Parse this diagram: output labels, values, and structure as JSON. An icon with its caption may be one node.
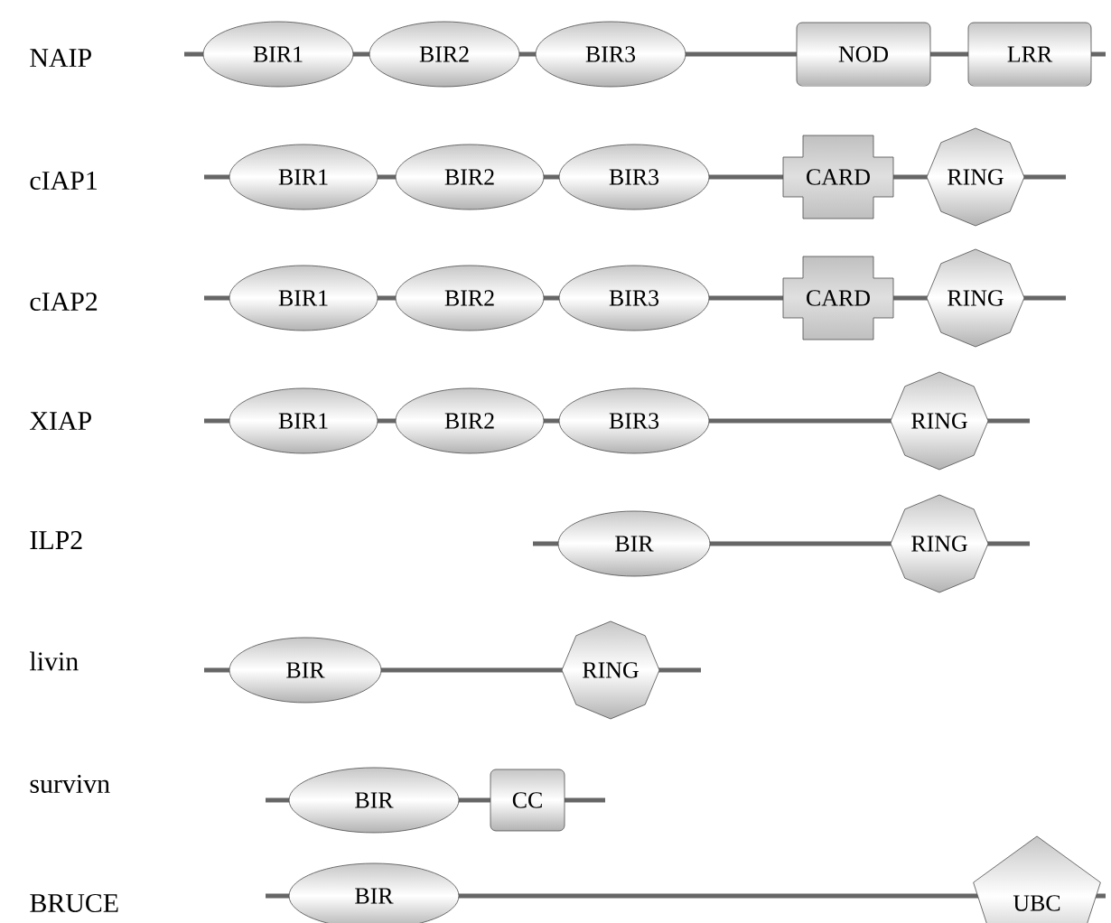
{
  "diagram": {
    "nodes": [
      {
        "text": [
          "BIR1"
        ]
      },
      {
        "text": [
          "BIR2"
        ]
      },
      {
        "text": [
          "BIR3"
        ]
      },
      {
        "text": [
          "NOD"
        ]
      },
      {
        "text": [
          "LRR"
        ]
      },
      {
        "text": [
          "BIR1"
        ]
      },
      {
        "text": [
          "BIR2"
        ]
      },
      {
        "text": [
          "BIR3"
        ]
      },
      {
        "text": [
          "CARD"
        ]
      },
      {
        "text": [
          "RING"
        ]
      },
      {
        "text": [
          "BIR1"
        ]
      },
      {
        "text": [
          "BIR2"
        ]
      },
      {
        "text": [
          "BIR3"
        ]
      },
      {
        "text": [
          "CARD"
        ]
      },
      {
        "text": [
          "RING"
        ]
      },
      {
        "text": [
          "BIR1"
        ]
      },
      {
        "text": [
          "BIR2"
        ]
      },
      {
        "text": [
          "BIR3"
        ]
      },
      {
        "text": [
          "RING"
        ]
      },
      {
        "text": [
          "BIR"
        ]
      },
      {
        "text": [
          "RING"
        ]
      },
      {
        "text": [
          "BIR"
        ]
      },
      {
        "text": [
          "RING"
        ]
      },
      {
        "text": [
          "BIR"
        ]
      },
      {
        "text": [
          "CC"
        ]
      },
      {
        "text": [
          "BIR"
        ]
      },
      {
        "text": [
          "UBC"
        ]
      }
    ],
    "labels": [
      "NAIP",
      "cIAP1",
      "cIAP2",
      "XIAP",
      "ILP2",
      "livin",
      "survivn",
      "BRUCE"
    ]
  }
}
